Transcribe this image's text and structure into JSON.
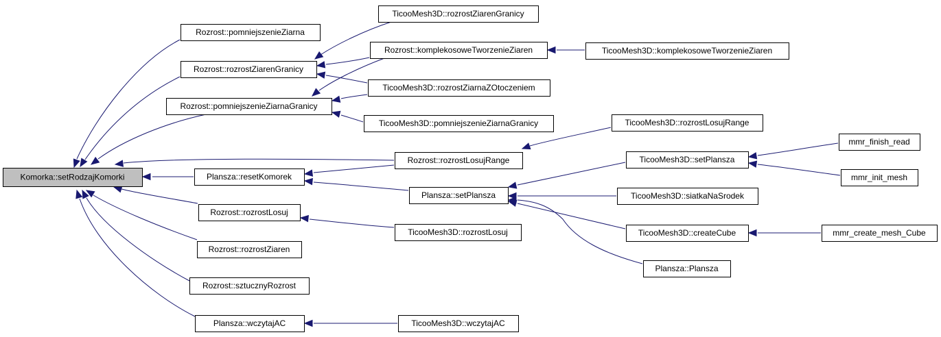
{
  "graph": {
    "colors": {
      "edge": "#191970",
      "root_fill": "#bfbfbf",
      "node_fill": "#ffffff",
      "border": "#000000"
    },
    "nodes": [
      {
        "id": "root",
        "label": "Komorka::setRodzajKomorki",
        "root": true
      },
      {
        "id": "n1",
        "label": "Rozrost::pomniejszenieZiarna"
      },
      {
        "id": "n2",
        "label": "Rozrost::rozrostZiarenGranicy"
      },
      {
        "id": "n3",
        "label": "Rozrost::pomniejszenieZiarnaGranicy"
      },
      {
        "id": "n4",
        "label": "Plansza::resetKomorek"
      },
      {
        "id": "n5",
        "label": "Rozrost::rozrostLosuj"
      },
      {
        "id": "n6",
        "label": "Rozrost::rozrostZiaren"
      },
      {
        "id": "n7",
        "label": "Rozrost::sztucznyRozrost"
      },
      {
        "id": "n8",
        "label": "Plansza::wczytajAC"
      },
      {
        "id": "m1",
        "label": "TicooMesh3D::rozrostZiarenGranicy"
      },
      {
        "id": "m2",
        "label": "Rozrost::komplekosoweTworzenieZiaren"
      },
      {
        "id": "m3",
        "label": "TicooMesh3D::rozrostZiarnaZOtoczeniem"
      },
      {
        "id": "m4",
        "label": "TicooMesh3D::pomniejszenieZiarnaGranicy"
      },
      {
        "id": "m5",
        "label": "Rozrost::rozrostLosujRange"
      },
      {
        "id": "m6",
        "label": "Plansza::setPlansza"
      },
      {
        "id": "m7",
        "label": "TicooMesh3D::rozrostLosuj"
      },
      {
        "id": "m8",
        "label": "TicooMesh3D::wczytajAC"
      },
      {
        "id": "r1",
        "label": "TicooMesh3D::komplekosoweTworzenieZiaren"
      },
      {
        "id": "r2",
        "label": "TicooMesh3D::rozrostLosujRange"
      },
      {
        "id": "r3",
        "label": "TicooMesh3D::setPlansza"
      },
      {
        "id": "r4",
        "label": "TicooMesh3D::siatkaNaSrodek"
      },
      {
        "id": "r5",
        "label": "TicooMesh3D::createCube"
      },
      {
        "id": "r6",
        "label": "Plansza::Plansza"
      },
      {
        "id": "f1",
        "label": "mmr_finish_read"
      },
      {
        "id": "f2",
        "label": "mmr_init_mesh"
      },
      {
        "id": "f3",
        "label": "mmr_create_mesh_Cube"
      }
    ],
    "edges": [
      {
        "from": "n1",
        "to": "root"
      },
      {
        "from": "n2",
        "to": "root"
      },
      {
        "from": "n3",
        "to": "root"
      },
      {
        "from": "m5",
        "to": "root"
      },
      {
        "from": "n4",
        "to": "root"
      },
      {
        "from": "n5",
        "to": "root"
      },
      {
        "from": "n6",
        "to": "root"
      },
      {
        "from": "n7",
        "to": "root"
      },
      {
        "from": "n8",
        "to": "root"
      },
      {
        "from": "m1",
        "to": "n2"
      },
      {
        "from": "m2",
        "to": "n2"
      },
      {
        "from": "m3",
        "to": "n2"
      },
      {
        "from": "m2",
        "to": "n3"
      },
      {
        "from": "m3",
        "to": "n3"
      },
      {
        "from": "m4",
        "to": "n3"
      },
      {
        "from": "m5",
        "to": "n4"
      },
      {
        "from": "m6",
        "to": "n4"
      },
      {
        "from": "m7",
        "to": "n5"
      },
      {
        "from": "m8",
        "to": "n8"
      },
      {
        "from": "r1",
        "to": "m2"
      },
      {
        "from": "r2",
        "to": "m5"
      },
      {
        "from": "r3",
        "to": "m6"
      },
      {
        "from": "r4",
        "to": "m6"
      },
      {
        "from": "r5",
        "to": "m6"
      },
      {
        "from": "r6",
        "to": "m6"
      },
      {
        "from": "f1",
        "to": "r3"
      },
      {
        "from": "f2",
        "to": "r3"
      },
      {
        "from": "f3",
        "to": "r5"
      }
    ]
  }
}
